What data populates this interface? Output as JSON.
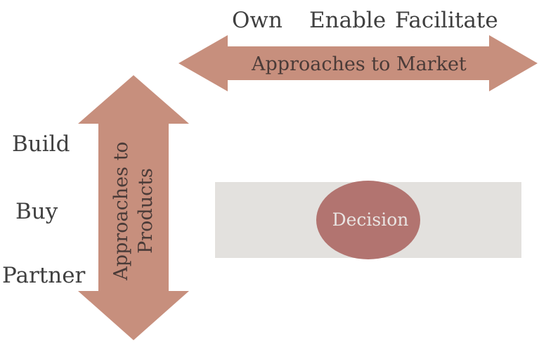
{
  "market": {
    "options": [
      "Own",
      "Enable",
      "Facilitate"
    ],
    "arrow_label": "Approaches to Market"
  },
  "products": {
    "options": [
      "Build",
      "Buy",
      "Partner"
    ],
    "arrow_label_line1": "Approaches to",
    "arrow_label_line2": "Products"
  },
  "decision": {
    "label": "Decision"
  },
  "colors": {
    "arrow_fill": "#c78f7d",
    "panel_fill": "#e3e1de",
    "ellipse_fill": "#b27470",
    "text_dark": "#3f3f3f"
  }
}
